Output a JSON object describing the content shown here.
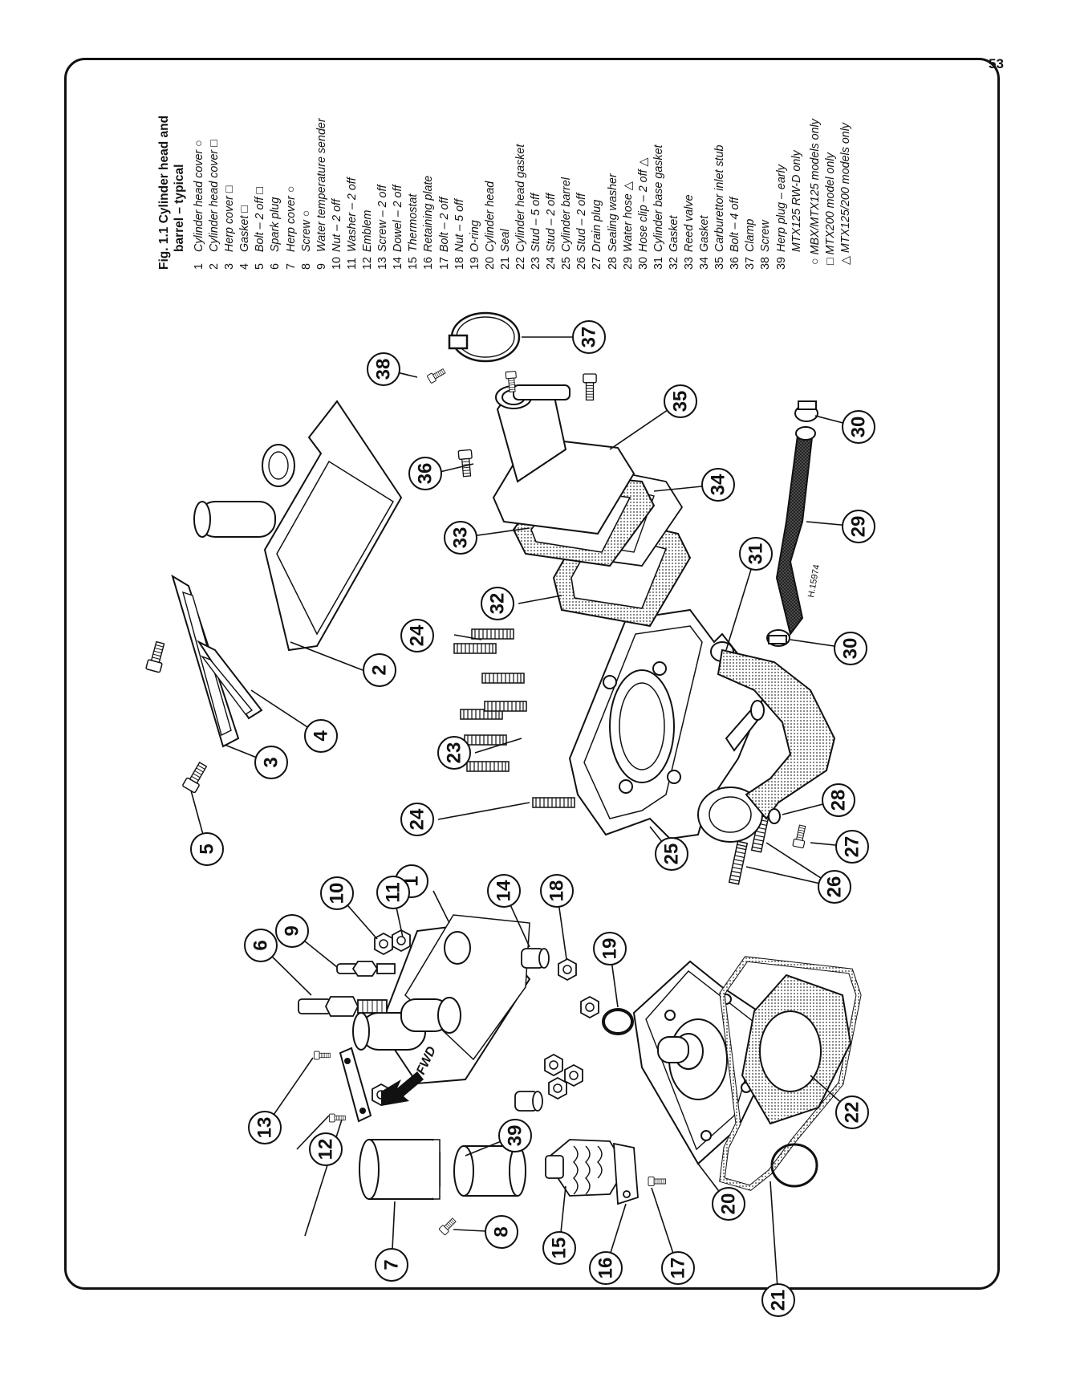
{
  "page_number": "53",
  "figure": {
    "title_line1": "Fig. 1.1 Cylinder head and",
    "title_line2": "barrel – typical"
  },
  "legend": [
    {
      "num": "1",
      "label": "Cylinder head cover ○"
    },
    {
      "num": "2",
      "label": "Cylinder head cover □"
    },
    {
      "num": "3",
      "label": "Herp cover □"
    },
    {
      "num": "4",
      "label": "Gasket □"
    },
    {
      "num": "5",
      "label": "Bolt – 2 off □"
    },
    {
      "num": "6",
      "label": "Spark plug"
    },
    {
      "num": "7",
      "label": "Herp cover ○"
    },
    {
      "num": "8",
      "label": "Screw ○"
    },
    {
      "num": "9",
      "label": "Water temperature sender"
    },
    {
      "num": "10",
      "label": "Nut – 2 off"
    },
    {
      "num": "11",
      "label": "Washer – 2 off"
    },
    {
      "num": "12",
      "label": "Emblem"
    },
    {
      "num": "13",
      "label": "Screw – 2 off"
    },
    {
      "num": "14",
      "label": "Dowel – 2 off"
    },
    {
      "num": "15",
      "label": "Thermostat"
    },
    {
      "num": "16",
      "label": "Retaining plate"
    },
    {
      "num": "17",
      "label": "Bolt – 2 off"
    },
    {
      "num": "18",
      "label": "Nut – 5 off"
    },
    {
      "num": "19",
      "label": "O-ring"
    },
    {
      "num": "20",
      "label": "Cylinder head"
    },
    {
      "num": "21",
      "label": "Seal"
    },
    {
      "num": "22",
      "label": "Cylinder head gasket"
    },
    {
      "num": "23",
      "label": "Stud – 5 off"
    },
    {
      "num": "24",
      "label": "Stud – 2 off"
    },
    {
      "num": "25",
      "label": "Cylinder barrel"
    },
    {
      "num": "26",
      "label": "Stud – 2 off"
    },
    {
      "num": "27",
      "label": "Drain plug"
    },
    {
      "num": "28",
      "label": "Sealing washer"
    },
    {
      "num": "29",
      "label": "Water hose △"
    },
    {
      "num": "30",
      "label": "Hose clip – 2 off △"
    },
    {
      "num": "31",
      "label": "Cylinder base gasket"
    },
    {
      "num": "32",
      "label": "Gasket"
    },
    {
      "num": "33",
      "label": "Reed valve"
    },
    {
      "num": "34",
      "label": "Gasket"
    },
    {
      "num": "35",
      "label": "Carburettor inlet stub"
    },
    {
      "num": "36",
      "label": "Bolt – 4 off"
    },
    {
      "num": "37",
      "label": "Clamp"
    },
    {
      "num": "38",
      "label": "Screw"
    },
    {
      "num": "39",
      "label": "Herp plug – early"
    }
  ],
  "legend_continuation": "MTX125 RW-D only",
  "notes": [
    "○ MBX/MTX125 models only",
    "□ MTX200 model only",
    "△ MTX125/200 models only"
  ],
  "diagram": {
    "drawing_code": "H.15974",
    "fwd_label": "FWD",
    "callouts": [
      "1",
      "2",
      "3",
      "4",
      "5",
      "6",
      "7",
      "8",
      "9",
      "10",
      "11",
      "12",
      "13",
      "14",
      "15",
      "16",
      "17",
      "18",
      "19",
      "20",
      "21",
      "22",
      "23",
      "24",
      "24",
      "25",
      "26",
      "27",
      "28",
      "29",
      "30",
      "30",
      "31",
      "32",
      "33",
      "34",
      "35",
      "36",
      "37",
      "38",
      "39"
    ]
  }
}
